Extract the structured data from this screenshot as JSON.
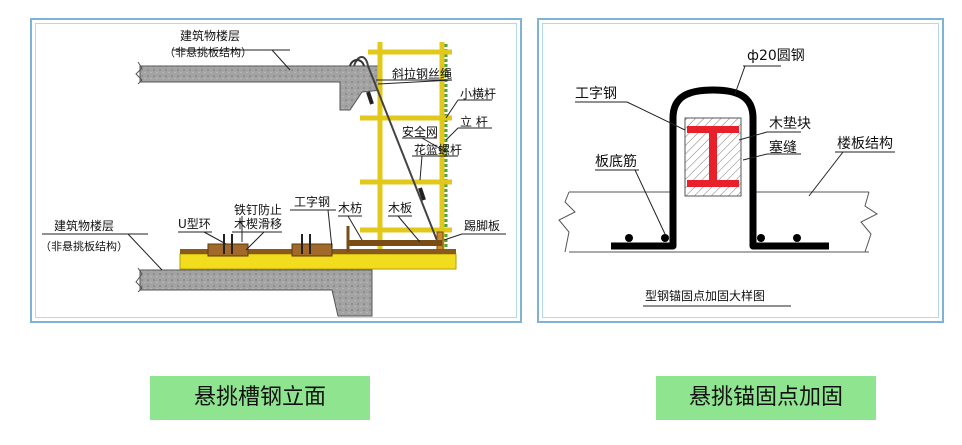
{
  "left_diagram": {
    "labels": {
      "upper_floor_line1": "建筑物楼层",
      "upper_floor_line2": "（非悬挑板结构）",
      "lower_floor_line1": "建筑物楼层",
      "lower_floor_line2": "（非悬挑板结构）",
      "diagonal_rope": "斜拉钢丝绳",
      "small_crossbar": "小横杆",
      "upright_pole": "立 杆",
      "safety_net": "安全网",
      "turnbuckle": "花篮螺杆",
      "u_ring": "U型环",
      "nail_line1": "铁钉防止",
      "nail_line2": "木楔滑移",
      "i_beam": "工字钢",
      "wood_beam": "木枋",
      "wood_board": "木板",
      "toe_board": "踢脚板"
    }
  },
  "right_diagram": {
    "labels": {
      "round_steel": "ф20圆钢",
      "i_beam": "工字钢",
      "wood_block": "木垫块",
      "gap_fill": "塞缝",
      "slab_bar": "板底筋",
      "slab_structure": "楼板结构",
      "title": "型钢锚固点加固大样图"
    }
  },
  "captions": {
    "left": "悬挑槽钢立面",
    "right": "悬挑锚固点加固"
  },
  "colors": {
    "panel_border": "#7fb3d4",
    "caption_bg": "#8fe58f",
    "scaffold_yellow": "#f2dc1e",
    "i_beam_red": "#e8202a",
    "concrete_gray": "#9a9a9a"
  }
}
